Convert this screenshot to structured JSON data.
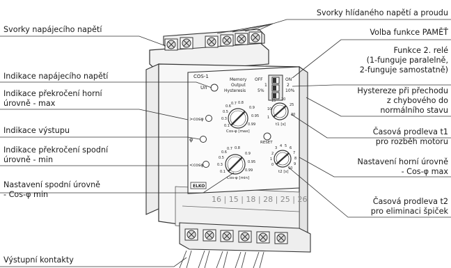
{
  "labels": {
    "svorky_napajeciho": "Svorky napájecího napětí",
    "indikace_napajeciho": "Indikace napájecího napětí",
    "indikace_horni_1": "Indikace překročení horní",
    "indikace_horni_2": "úrovně - max",
    "indikace_vystupu": "Indikace výstupu",
    "indikace_spodni_1": "Indikace překročení spodní",
    "indikace_spodni_2": "úrovně - min",
    "nastaveni_spodni_1": "Nastavení spodní úrovně",
    "nastaveni_spodni_2": "- Cos-φ min",
    "vystupni_kontakty": "Výstupní kontakty",
    "svorky_hlidaneho": "Svorky hlídaného napětí a proudu",
    "volba_pameti": "Volba funkce PAMĚŤ",
    "funkce_rele_1": "Funkce 2. relé",
    "funkce_rele_2": "(1-funguje paralelně,",
    "funkce_rele_3": "2-funguje samostatně)",
    "hystereze_1": "Hystereze při přechodu",
    "hystereze_2": "z chybového do",
    "hystereze_3": "normálního stavu",
    "prodleva_t1_1": "Časová prodleva t1",
    "prodleva_t1_2": "pro rozběh motoru",
    "nastaveni_horni_1": "Nastavení horní úrovně",
    "nastaveni_horni_2": "- Cos-φ max",
    "prodleva_t2_1": "Časová prodleva t2",
    "prodleva_t2_2": "pro eliminaci špiček"
  },
  "device": {
    "model": "COS-1",
    "un": "Un",
    "memory": "Memory",
    "output": "Output",
    "hysteresis": "Hysteresis",
    "off": "OFF",
    "on": "ON",
    "one": "1",
    "two": "2",
    "five_pct": "5%",
    "ten_pct": "10%",
    "cos_gt": ">cosφ",
    "cos_lt": "<cosφ",
    "phi": "φ",
    "cos_max_label": "Cos-φ [max]",
    "cos_min_label": "Cos-φ [min]",
    "t1_label": "t1 [s]",
    "t2_label": "t2 [s]",
    "reset": "RESET",
    "brand": "ELKO",
    "terminal_numbers": "16 | 15 | 18 | 28 | 25 | 26",
    "max_scale": [
      "0.1",
      "0.3",
      "0.5",
      "0.6",
      "0.7",
      "0.8",
      "0.9",
      "0.95",
      "0.99"
    ],
    "min_scale": [
      "0.1",
      "0.3",
      "0.5",
      "0.6",
      "0.7",
      "0.8",
      "0.9",
      "0.95",
      "0.99"
    ],
    "t1_scale": [
      "1",
      "10",
      "15",
      "20",
      "25",
      "30"
    ],
    "t2_scale": [
      "0",
      "1",
      "2",
      "3",
      "4",
      "5",
      "6",
      "7",
      "8",
      "9",
      "10"
    ]
  }
}
